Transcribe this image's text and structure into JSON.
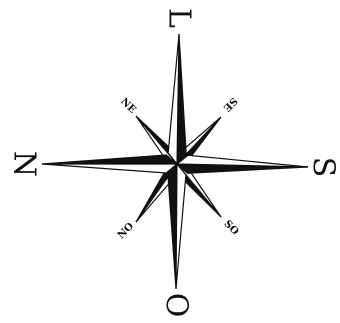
{
  "compass": {
    "labels": {
      "north": "N",
      "south": "S",
      "east": "L",
      "west": "O",
      "northeast": "NE",
      "southeast": "SE",
      "northwest": "NO",
      "southwest": "SO"
    },
    "colors": {
      "ink": "#111111",
      "paper": "#ffffff"
    }
  }
}
